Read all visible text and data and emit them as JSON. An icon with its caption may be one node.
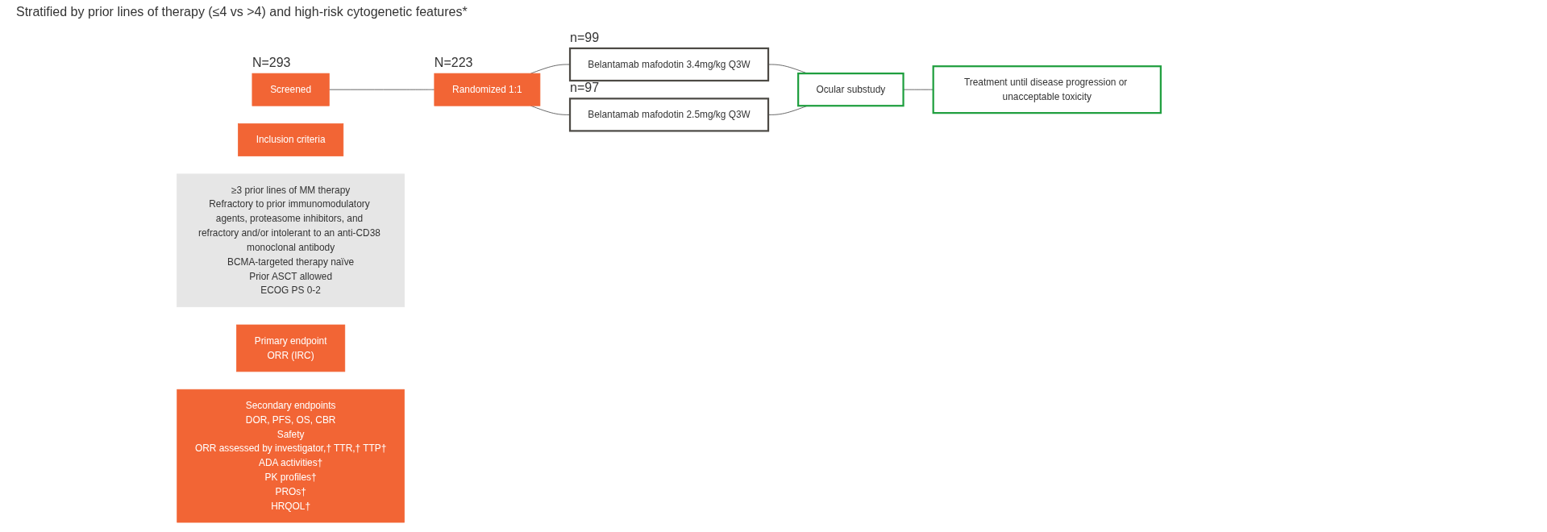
{
  "diagram": {
    "nodes": [
      {
        "text": [
          "Screened"
        ],
        "beside": [
          "N=293"
        ]
      },
      {
        "text": [
          "Randomized 1:1"
        ],
        "beside": [
          "N=223"
        ]
      },
      {
        "text": [
          "Belantamab mafodotin 3.4mg/kg Q3W"
        ],
        "beside": [
          "n=99"
        ]
      },
      {
        "text": [
          "Belantamab mafodotin 2.5mg/kg Q3W"
        ],
        "beside": [
          "n=97"
        ]
      },
      {
        "text": [
          "Ocular substudy"
        ]
      },
      {
        "text": [
          "Treatment until disease progression or unacceptable toxicity"
        ]
      },
      {
        "text": [
          "Inclusion criteria"
        ]
      },
      {
        "text": [
          "≥3 prior lines of MM therapy",
          "Refractory to prior immunomodulatory agents, proteasome inhibitors, and refractory and/or intolerant to an anti-CD38 monoclonal antibody",
          "BCMA-targeted therapy naïve",
          "Prior ASCT allowed",
          "ECOG PS 0-2"
        ]
      },
      {
        "text": [
          "Primary endpoint",
          "ORR (IRC)"
        ]
      },
      {
        "text": [
          "Secondary endpoints",
          "DOR, PFS, OS, CBR",
          "Safety",
          "ORR assessed by investigator,† TTR,† TTP†",
          "ADA activities†",
          "PK profiles†",
          "PROs†",
          "HRQOL†"
        ]
      }
    ],
    "edges": [
      {
        "from": 0,
        "to": 1,
        "arrow": "none"
      },
      {
        "from": 1,
        "to": 2,
        "arrow": "none"
      },
      {
        "from": 1,
        "to": 3,
        "arrow": "none"
      },
      {
        "from": 2,
        "to": 4,
        "arrow": "none"
      },
      {
        "from": 3,
        "to": 4,
        "arrow": "none"
      },
      {
        "from": 4,
        "to": 5,
        "arrow": "none"
      }
    ],
    "labels": [
      "Stratified by prior lines of therapy (≤4 vs >4) and high-risk cytogenetic features*"
    ]
  }
}
